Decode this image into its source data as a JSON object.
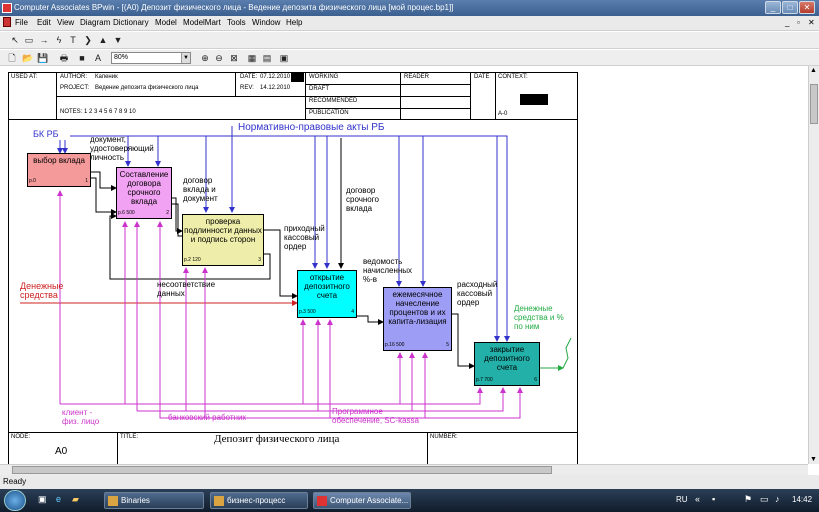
{
  "window": {
    "title": "Computer Associates BPwin - [(A0) Депозит физического лица - Ведение депозита физического лица  [мой процес.bp1]]"
  },
  "menu": [
    "File",
    "Edit",
    "View",
    "Diagram",
    "Dictionary",
    "Model",
    "ModelMart",
    "Tools",
    "Window",
    "Help"
  ],
  "toolbar": {
    "zoom": "80%"
  },
  "header": {
    "used_at": "USED AT:",
    "author_label": "AUTHOR:",
    "author": "Капеник",
    "project_label": "PROJECT:",
    "project": "Ведение депозита физического лица",
    "date_label": "DATE:",
    "date": "07.12.2010",
    "rev_label": "REV:",
    "rev": "14.12.2010",
    "notes": "NOTES:  1  2  3  4  5  6  7  8  9  10",
    "working": "WORKING",
    "draft": "DRAFT",
    "recommended": "RECOMMENDED",
    "publication": "PUBLICATION",
    "reader": "READER",
    "date2": "DATE",
    "context": "CONTEXT:",
    "node_code": "A-0"
  },
  "boxes": [
    {
      "label": "выбор вклада",
      "num": "р.0",
      "idx": "1"
    },
    {
      "label": "Составление договора срочного вклада",
      "num": "р.6 500",
      "idx": "2"
    },
    {
      "label": "проверка подлинности данных и подпись сторон",
      "num": "р.2 120",
      "idx": "3"
    },
    {
      "label": "открытие депозитного счета",
      "num": "р.3 500",
      "idx": "4"
    },
    {
      "label": "ежемесячное начесление процентов и их капита-лизация",
      "num": "р.16 500",
      "idx": "5"
    },
    {
      "label": "закрытие депозитного счета",
      "num": "р.7 700",
      "idx": "6"
    }
  ],
  "arrows": {
    "bk_rb": "БК РБ",
    "normative": "Нормативно-правовые акты РБ",
    "document": "документ, удостоверяющий личность",
    "dogovor_vklada": "договор вклада и документ",
    "dogovor_srochnogo": "договор срочного вклада",
    "prihodny": "приходный кассовый ордер",
    "vedomost": "ведомость начисленных %-в",
    "rashodny": "расходный кассовый ордер",
    "denezhnye_in": "Денежные средства",
    "nesootvetstvie": "несоответствие данных",
    "denezhnye_out": "Денежные средства и % по ним",
    "client": "клиент - физ. лицо",
    "bank_worker": "банковский работник",
    "software": "Программное обеспечение, SC-kassa"
  },
  "footer": {
    "node_label": "NODE:",
    "node": "A0",
    "title_label": "TITLE:",
    "title": "Депозит физического лица",
    "number_label": "NUMBER:"
  },
  "status": "Ready",
  "taskbar": {
    "tasks": [
      "Binaries",
      "бизнес-процесс",
      "Computer Associate..."
    ],
    "lang": "RU",
    "time": "14:42"
  },
  "colors": {
    "control": "#3333cc",
    "input": "#cc2222",
    "output": "#22aa44",
    "mechanism": "#cc33cc",
    "box1": "#f59a9a",
    "box2": "#f2a2f2",
    "box3": "#eeeeaa",
    "box4": "#00ffff",
    "box5": "#9d9df5",
    "box6": "#22b0a8"
  }
}
